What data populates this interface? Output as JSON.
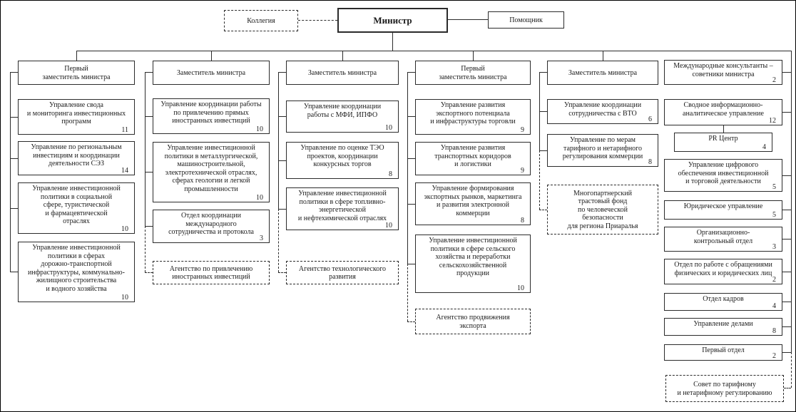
{
  "top": {
    "collegium": "Коллегия",
    "minister": "Министр",
    "assistant": "Помощник"
  },
  "columns": [
    {
      "header": "Первый\nзаместитель министра",
      "departments": [
        {
          "text": "Управление свода\nи мониторинга инвестиционных\nпрограмм",
          "count": "11"
        },
        {
          "text": "Управление по региональным\nинвестициям и координации\nдеятельности СЭЗ",
          "count": "14"
        },
        {
          "text": "Управление инвестиционной\nполитики в социальной\nсфере, туристической\nи фармацевтической\nотраслях",
          "count": "10"
        },
        {
          "text": "Управление инвестиционной\nполитики в сферах\nдорожно-транспортной\nинфраструктуры, коммунально-\nжилищного строительства\nи водного хозяйства",
          "count": "10"
        }
      ]
    },
    {
      "header": "Заместитель министра",
      "departments": [
        {
          "text": "Управление координации работы\nпо привлечению прямых\nиностранных инвестиций",
          "count": "10"
        },
        {
          "text": "Управление инвестиционной\nполитики в металлургической,\nмашиностроительной,\nэлектротехнической отраслях,\nсферах геологии и легкой\nпромышленности",
          "count": "10"
        },
        {
          "text": "Отдел координации\nмеждународного\nсотрудничества и протокола",
          "count": "3"
        }
      ],
      "agency": {
        "text": "Агентство по привлечению\nиностранных инвестиций"
      }
    },
    {
      "header": "Заместитель министра",
      "departments": [
        {
          "text": "Управление координации\nработы с МФИ, ИПФО",
          "count": "10"
        },
        {
          "text": "Управление по оценке ТЭО\nпроектов, координации\nконкурсных торгов",
          "count": "8"
        },
        {
          "text": "Управление инвестиционной\nполитики в сфере топливно-\nэнергетической\nи нефтехимической отраслях",
          "count": "10"
        }
      ],
      "agency": {
        "text": "Агентство технологического\nразвития"
      }
    },
    {
      "header": "Первый\nзаместитель министра",
      "departments": [
        {
          "text": "Управление развития\nэкспортного потенциала\nи инфраструктуры торговли",
          "count": "9"
        },
        {
          "text": "Управление развития\nтранспортных коридоров\nи логистики",
          "count": "9"
        },
        {
          "text": "Управление формирования\nэкспортных рынков, маркетинга\nи развития электронной\nкоммерции",
          "count": "8"
        },
        {
          "text": "Управление инвестиционной\nполитики в сфере сельского\nхозяйства и переработки\nсельскохозяйственной\nпродукции",
          "count": "10"
        }
      ],
      "agency": {
        "text": "Агентство продвижения\nэкспорта"
      }
    },
    {
      "header": "Заместитель министра",
      "departments": [
        {
          "text": "Управление координации\nсотрудничества с ВТО",
          "count": "6"
        },
        {
          "text": "Управление по мерам\nтарифного и нетарифного\nрегулирования коммерции",
          "count": "8"
        }
      ],
      "fund": {
        "text": "Многопартнерский\nтрастовый фонд\nпо человеческой\nбезопасности\nдля региона Приаралья"
      }
    },
    {
      "departments": [
        {
          "text": "Международные консультанты –\nсоветники министра",
          "count": "2"
        },
        {
          "text": "Сводное информационно-\nаналитическое управление",
          "count": "12"
        },
        {
          "text": "PR Центр",
          "count": "4"
        },
        {
          "text": "Управление цифрового\nобеспечения инвестиционной\nи торговой деятельности",
          "count": "5"
        },
        {
          "text": "Юридическое управление",
          "count": "5"
        },
        {
          "text": "Организационно-\nконтрольный отдел",
          "count": "3"
        },
        {
          "text": "Отдел по работе с обращениями\nфизических и юридических лиц",
          "count": "2"
        },
        {
          "text": "Отдел кадров",
          "count": "4"
        },
        {
          "text": "Управление делами",
          "count": "8"
        },
        {
          "text": "Первый отдел",
          "count": "2"
        }
      ],
      "council": {
        "text": "Совет по тарифному\nи нетарифному регулированию"
      }
    }
  ],
  "colors": {
    "background": "#ffffff",
    "line": "#2b2b2b",
    "text": "#1c1c1c"
  }
}
